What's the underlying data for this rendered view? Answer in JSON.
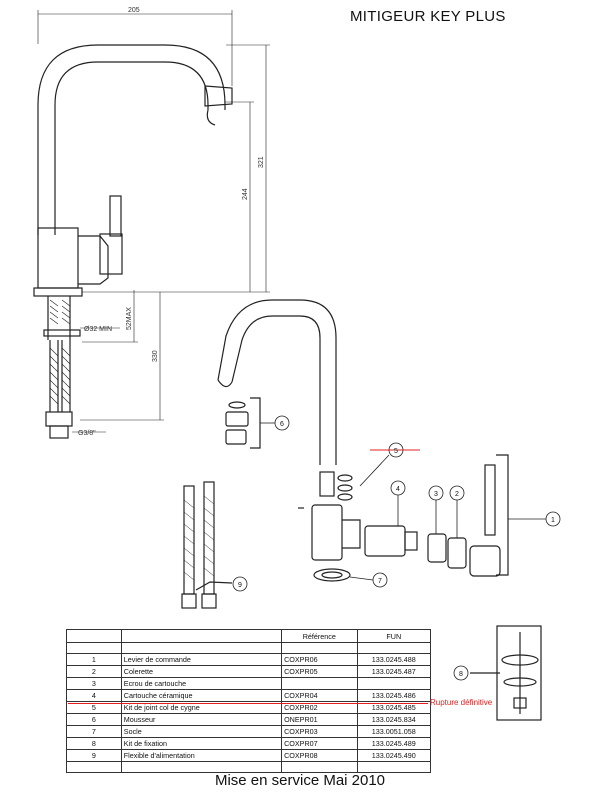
{
  "title": "MITIGEUR KEY PLUS",
  "footer": "Mise en service Mai 2010",
  "dimensions": {
    "width": "205",
    "total_height": "321",
    "spout_height": "244",
    "sink_thickness": "52MAX",
    "hole": "Ø32 MIN",
    "hose_length": "330",
    "thread": "G3/8\""
  },
  "callouts": [
    "1",
    "2",
    "3",
    "4",
    "5",
    "6",
    "7",
    "8",
    "9"
  ],
  "table": {
    "headers": [
      "",
      "",
      "Référence",
      "FUN"
    ],
    "rows": [
      {
        "num": "1",
        "desc": "Levier de commande",
        "ref": "COXPR06",
        "fun": "133.0245.488"
      },
      {
        "num": "2",
        "desc": "Colerette",
        "ref": "COXPR05",
        "fun": "133.0245.487"
      },
      {
        "num": "3",
        "desc": "Ecrou de cartouche",
        "ref": "",
        "fun": ""
      },
      {
        "num": "4",
        "desc": "Cartouche céramique",
        "ref": "COXPR04",
        "fun": "133.0245.486"
      },
      {
        "num": "5",
        "desc": "Kit de joint col de cygne",
        "ref": "COXPR02",
        "fun": "133.0245.485"
      },
      {
        "num": "6",
        "desc": "Mousseur",
        "ref": "ONEPR01",
        "fun": "133.0245.834"
      },
      {
        "num": "7",
        "desc": "Socle",
        "ref": "COXPR03",
        "fun": "133.0051.058"
      },
      {
        "num": "8",
        "desc": "Kit de fixation",
        "ref": "COXPR07",
        "fun": "133.0245.489"
      },
      {
        "num": "9",
        "desc": "Flexible d'alimentation",
        "ref": "COXPR08",
        "fun": "133.0245.490"
      }
    ]
  },
  "note": "Rupture définitive",
  "colors": {
    "line": "#222222",
    "highlight": "#e02020"
  }
}
